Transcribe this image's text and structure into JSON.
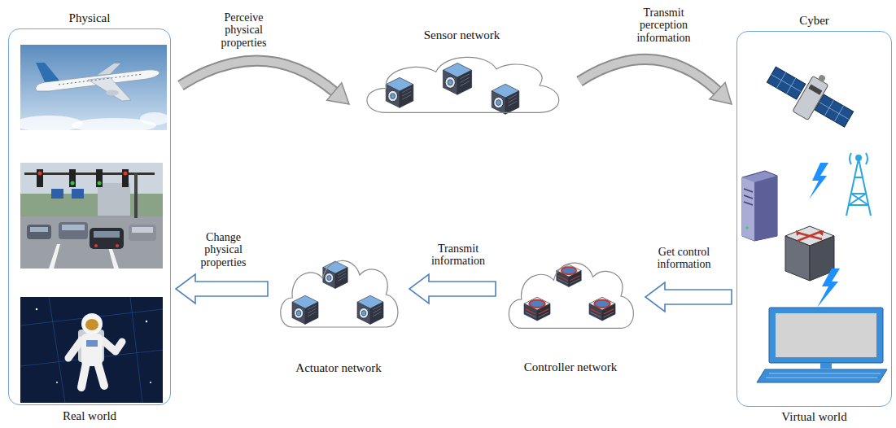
{
  "diagram": {
    "nodes": [
      {
        "text": [
          "Physical",
          "Real world"
        ]
      },
      {
        "text": [
          "Sensor network"
        ]
      },
      {
        "text": [
          "Cyber",
          "Virtual world"
        ]
      },
      {
        "text": [
          "Controller network"
        ]
      },
      {
        "text": [
          "Actuator network"
        ]
      }
    ],
    "edges": [
      {
        "from": 0,
        "to": 1,
        "arrow": "to",
        "label": "Perceive physical properties"
      },
      {
        "from": 1,
        "to": 2,
        "arrow": "to",
        "label": "Transmit perception information"
      },
      {
        "from": 2,
        "to": 3,
        "arrow": "to",
        "label": "Get control information"
      },
      {
        "from": 3,
        "to": 4,
        "arrow": "to",
        "label": "Transmit information"
      },
      {
        "from": 4,
        "to": 0,
        "arrow": "to",
        "label": "Change physical properties"
      }
    ]
  }
}
